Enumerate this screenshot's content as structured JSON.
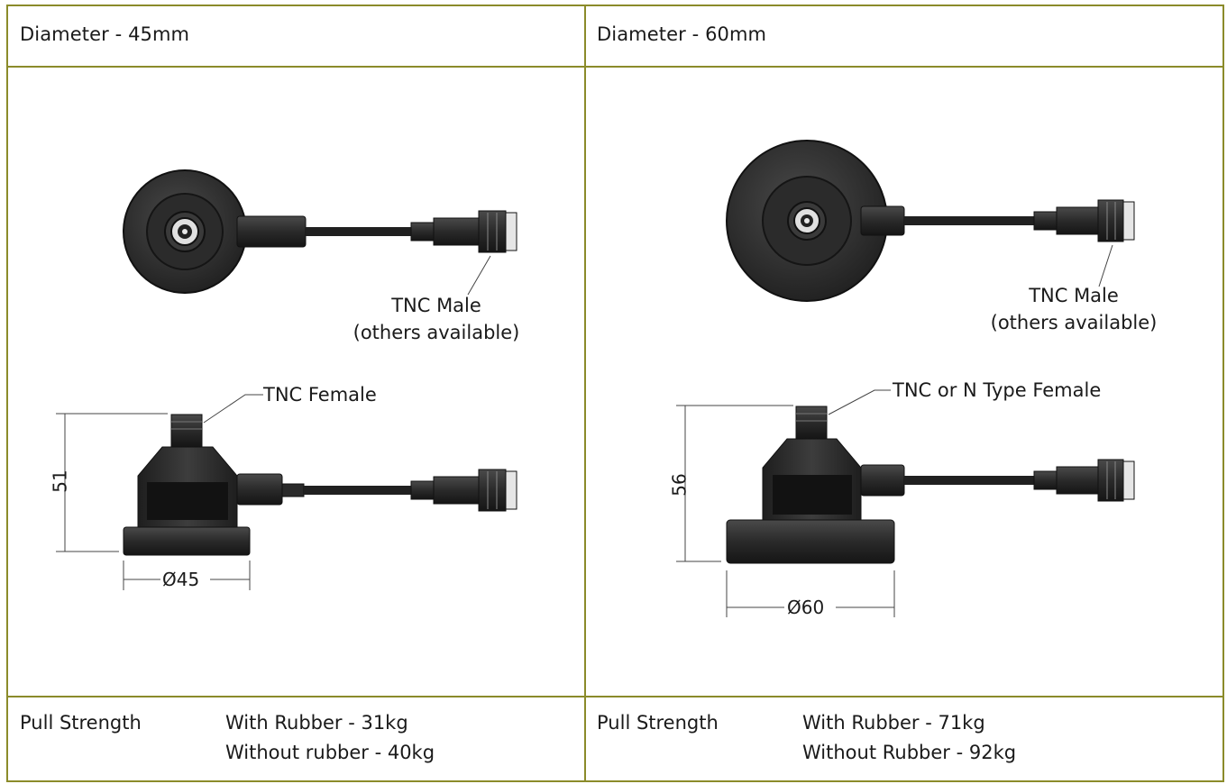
{
  "left": {
    "header": "Diameter - 45mm",
    "connector_label": "TNC Male",
    "connector_sublabel": "(others available)",
    "female_label": "TNC Female",
    "height_dim": "51",
    "diameter_dim": "Ø45",
    "footer_label": "Pull Strength",
    "footer_line1": "With Rubber - 31kg",
    "footer_line2": "Without rubber - 40kg"
  },
  "right": {
    "header": "Diameter - 60mm",
    "connector_label": "TNC Male",
    "connector_sublabel": "(others available)",
    "female_label": "TNC or N Type Female",
    "height_dim": "56",
    "diameter_dim": "Ø60",
    "footer_label": "Pull Strength",
    "footer_line1": "With Rubber - 71kg",
    "footer_line2": "Without Rubber - 92kg"
  },
  "colors": {
    "border": "#8b8b2a",
    "body": "#2f2f2f",
    "text": "#1a1a1a"
  }
}
